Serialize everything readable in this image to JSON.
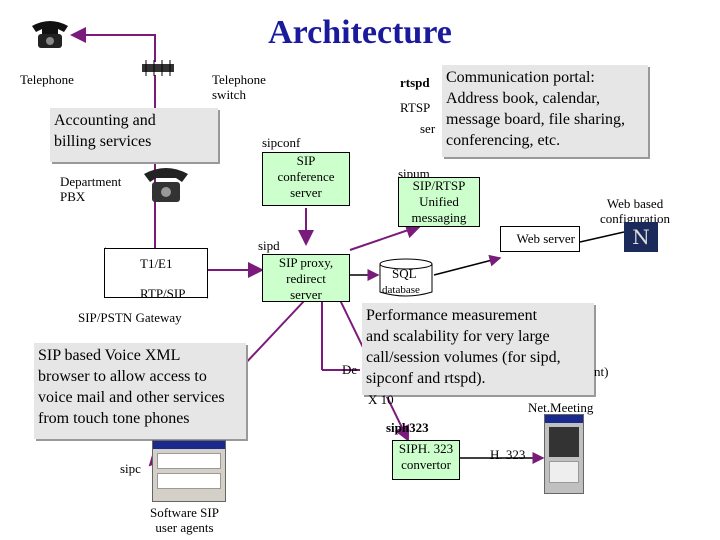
{
  "title": "Architecture",
  "labels": {
    "telephone": "Telephone",
    "telephone_switch": "Telephone\nswitch",
    "department_pbx": "Department\nPBX",
    "gateway": "SIP/PSTN Gateway",
    "t1e1": "T1/E1",
    "rtpsip": "RTP/SIP",
    "sipconf": "sipconf",
    "sipd": "sipd",
    "rtspd": "rtspd",
    "rtsp": "RTSP",
    "ser": "ser",
    "sipum": "sipum",
    "web_config": "Web based\nconfiguration",
    "web_server": "Web server",
    "sql": "SQL",
    "database": "database",
    "de": "De",
    "nt": "nt)",
    "x10": "X 10",
    "netmeeting": "Net.Meeting",
    "siph323": "siph323",
    "h323": "H. 323",
    "sipc": "sipc",
    "software_sip": "Software SIP\nuser agents"
  },
  "boxes": {
    "conference": "SIP\nconference\nserver",
    "unified": "SIP/RTSP\nUnified\nmessaging",
    "proxy": "SIP proxy,\nredirect\nserver",
    "h323conv": "SIPH. 323\nconvertor"
  },
  "notes": {
    "accounting": "Accounting and\nbilling services",
    "portal": "Communication portal:\nAddress book, calendar,\nmessage board, file sharing,\nconferencing, etc.",
    "voicexml": "SIP based Voice XML\nbrowser to allow access to\nvoice mail and other services\nfrom touch tone phones",
    "performance": "Performance measurement\nand scalability for very large\ncall/session volumes (for sipd,\nsipconf and rtspd)."
  },
  "colors": {
    "title": "#1a1a9c",
    "green": "#ccffcc",
    "note": "#e6e6e6",
    "arrow": "#7a1a7a"
  },
  "icons": [
    "telephone-icon",
    "switch-icon",
    "pbx-phone-icon",
    "web-browser-icon",
    "netmeeting-window-icon",
    "software-agent-window-icon",
    "database-icon"
  ]
}
